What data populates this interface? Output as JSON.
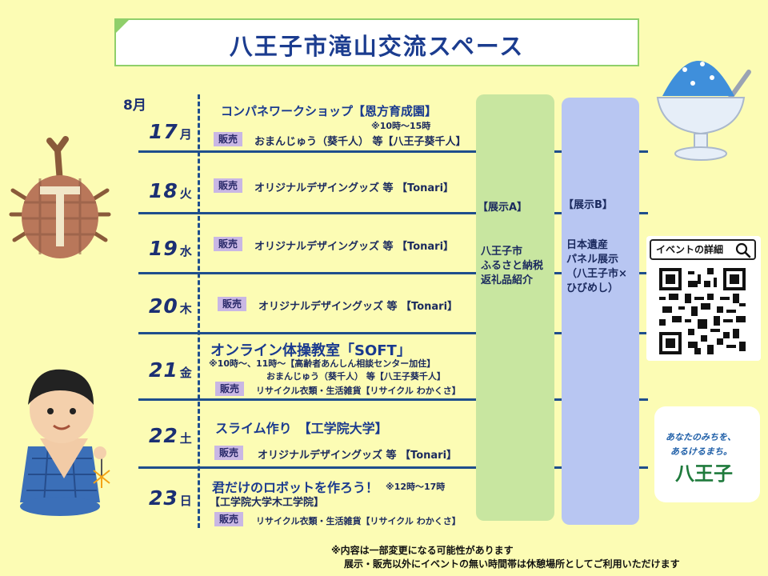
{
  "title": "八王子市滝山交流スペース",
  "month": "8月",
  "days": [
    {
      "num": "17",
      "wd": "月"
    },
    {
      "num": "18",
      "wd": "火"
    },
    {
      "num": "19",
      "wd": "水"
    },
    {
      "num": "20",
      "wd": "木"
    },
    {
      "num": "21",
      "wd": "金"
    },
    {
      "num": "22",
      "wd": "土"
    },
    {
      "num": "23",
      "wd": "日"
    }
  ],
  "badge_label": "販売",
  "events": {
    "d17_title": "コンパネワークショップ【恩方育成園】",
    "d17_time": "※10時～15時",
    "d17_sale": "おまんじゅう（葵千人） 等【八王子葵千人】",
    "d18_sale": "オリジナルデザイングッズ 等 【Tonari】",
    "d19_sale": "オリジナルデザイングッズ 等 【Tonari】",
    "d20_sale": "オリジナルデザイングッズ 等 【Tonari】",
    "d21_title": "オンライン体操教室「SOFT」",
    "d21_time": "※10時～、11時～【高齢者あんしん相談センター加住】",
    "d21_sale1": "おまんじゅう（葵千人） 等【八王子葵千人】",
    "d21_sale2": "リサイクル衣類・生活雑貨【リサイクル わかくさ】",
    "d22_title": "スライム作り　【工学院大学】",
    "d22_sale": "オリジナルデザイングッズ 等 【Tonari】",
    "d23_title": "君だけのロボットを作ろう！",
    "d23_time": "※12時～17時",
    "d23_org": "【工学院大学木工学院】",
    "d23_sale": "リサイクル衣類・生活雑貨【リサイクル わかくさ】"
  },
  "exhibit_a": {
    "label": "【展示A】",
    "lines": [
      "八王子市",
      "ふるさと納税",
      "返礼品紹介"
    ]
  },
  "exhibit_b": {
    "label": "【展示B】",
    "lines": [
      "日本遺産",
      "パネル展示",
      "（八王子市×",
      "ひびめし）"
    ]
  },
  "qr": {
    "label": "イベントの詳細",
    "icon": "search-icon"
  },
  "logo": {
    "line1": "あなたのみちを、",
    "line2": "あるけるまち。",
    "name": "八王子"
  },
  "notes": [
    "※内容は一部変更になる可能性があります",
    "展示・販売以外にイベントの無い時間帯は休憩場所としてご利用いただけます"
  ],
  "colors": {
    "background": "#fcfcb4",
    "exhibit_a": "#c8e6a0",
    "exhibit_b": "#b8c6f2",
    "badge": "#c9b7e4"
  }
}
